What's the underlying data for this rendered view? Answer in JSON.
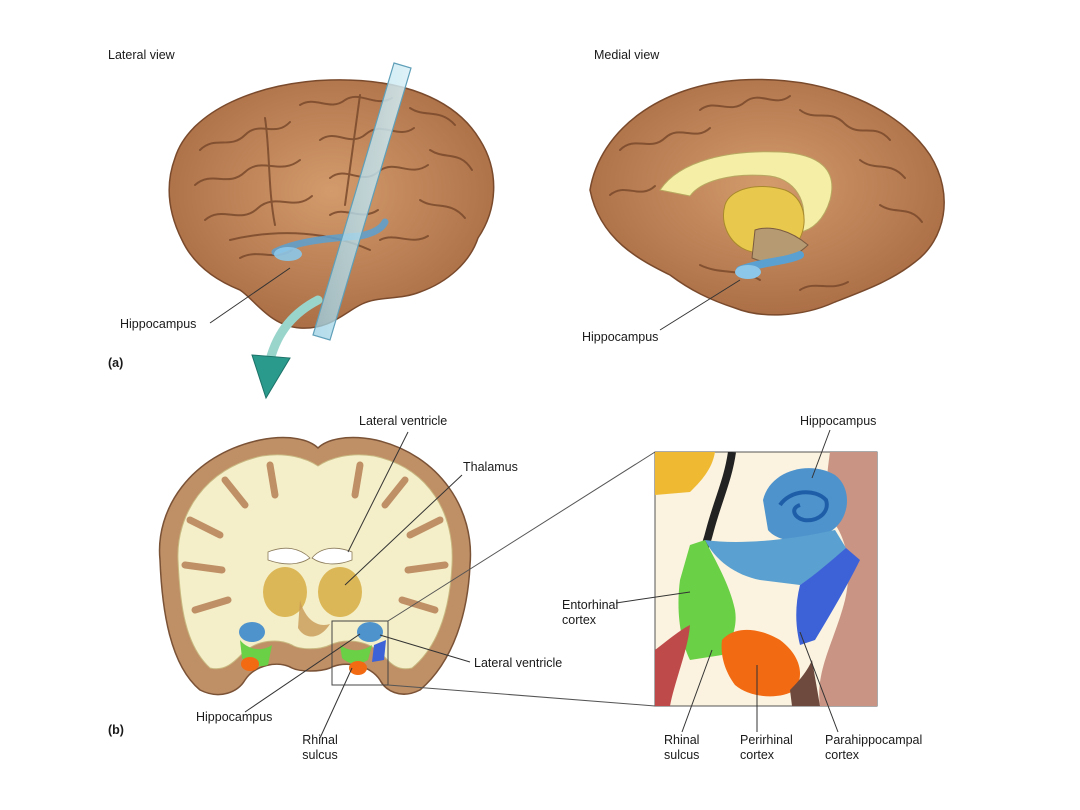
{
  "panel_a": {
    "letter": "(a)",
    "lateral_view": "Lateral view",
    "medial_view": "Medial view",
    "hippocampus_lateral": "Hippocampus",
    "hippocampus_medial": "Hippocampus"
  },
  "panel_b": {
    "letter": "(b)",
    "lateral_ventricle_top": "Lateral ventricle",
    "thalamus": "Thalamus",
    "lateral_ventricle_side": "Lateral ventricle",
    "hippocampus_left": "Hippocampus",
    "rhinal_sulcus_left_1": "Rhinal",
    "rhinal_sulcus_left_2": "sulcus",
    "hippocampus_inset": "Hippocampus",
    "entorhinal_1": "Entorhinal",
    "entorhinal_2": "cortex",
    "rhinal_sulcus_inset_1": "Rhinal",
    "rhinal_sulcus_inset_2": "sulcus",
    "perirhinal_1": "Perirhinal",
    "perirhinal_2": "cortex",
    "parahippocampal_1": "Parahippocampal",
    "parahippocampal_2": "cortex"
  },
  "colors": {
    "brain_tan": "#c48a5c",
    "brain_dark": "#8a5636",
    "white_matter": "#f4efc8",
    "hippocampus_blue": "#5aa0d0",
    "entorhinal_green": "#6ad046",
    "perirhinal_orange": "#f26a12",
    "parahippocampal_blue": "#3d62d8",
    "thalamus_gold": "#d9b04a",
    "arrow_teal": "#2a9a8c"
  }
}
